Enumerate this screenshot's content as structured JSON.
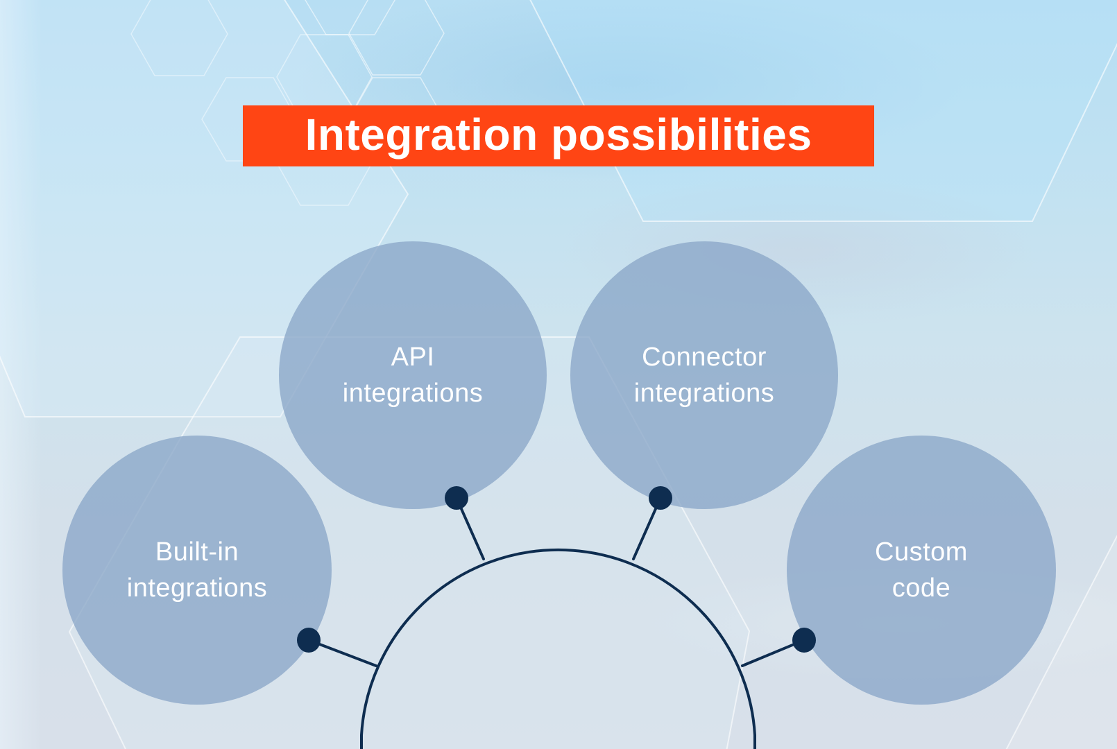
{
  "title": "Integration possibilities",
  "colors": {
    "banner": "#ff4514",
    "title_text": "#ffffff",
    "node_fill": "#9ab3cf",
    "connector": "#0e2d50",
    "label_text": "#ffffff"
  },
  "hub": {
    "shape": "dome",
    "label": ""
  },
  "nodes": [
    {
      "id": "built-in",
      "line1": "Built-in",
      "line2": "integrations"
    },
    {
      "id": "api",
      "line1": "API",
      "line2": "integrations"
    },
    {
      "id": "connector",
      "line1": "Connector",
      "line2": "integrations"
    },
    {
      "id": "custom",
      "line1": "Custom",
      "line2": "code"
    }
  ]
}
